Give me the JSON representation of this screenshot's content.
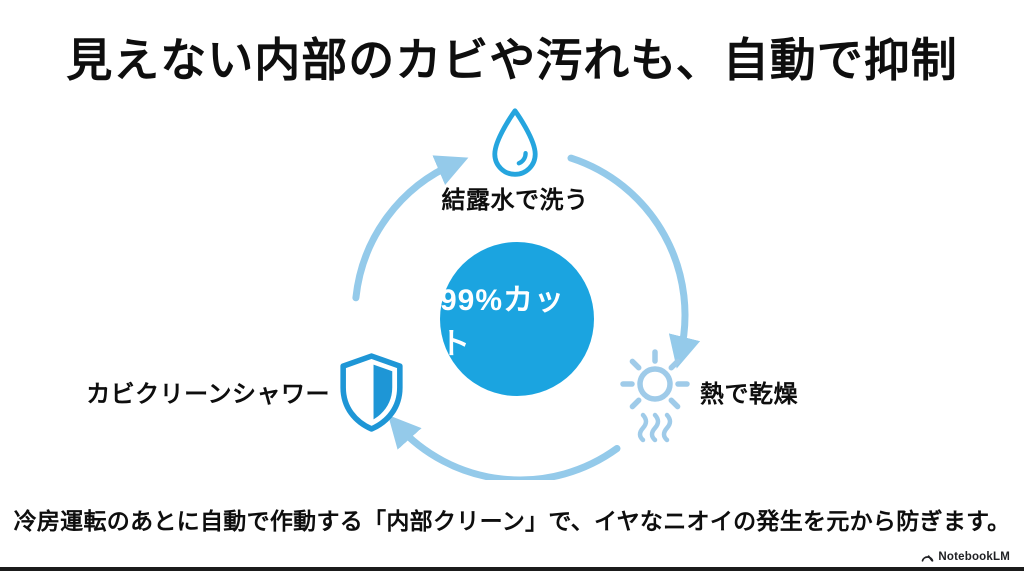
{
  "slide": {
    "title": "見えない内部のカビや汚れも、自動で抑制",
    "cycle": {
      "center_label": "99%カット",
      "steps": [
        {
          "id": "wash",
          "position": "top",
          "icon": "water-drop-icon",
          "label": "結露水で洗う"
        },
        {
          "id": "dry",
          "position": "right",
          "icon": "sun-heat-icon",
          "label": "熱で乾燥"
        },
        {
          "id": "shower",
          "position": "left",
          "icon": "shield-half-icon",
          "label": "カビクリーンシャワー"
        }
      ],
      "flow": "clockwise"
    },
    "description": "冷房運転のあとに自動で作動する「内部クリーン」で、イヤなニオイの発生を元から防ぎます。",
    "watermark": "NotebookLM"
  },
  "colors": {
    "center_circle_blue": "#1ba4e0",
    "arc_light_blue": "#94caea",
    "sun_light_blue": "#9fcbe9",
    "drop_blue": "#25a5de",
    "shield_blue": "#1e96d6",
    "text_black": "#0e0e0e",
    "center_text_white": "#ffffff"
  }
}
